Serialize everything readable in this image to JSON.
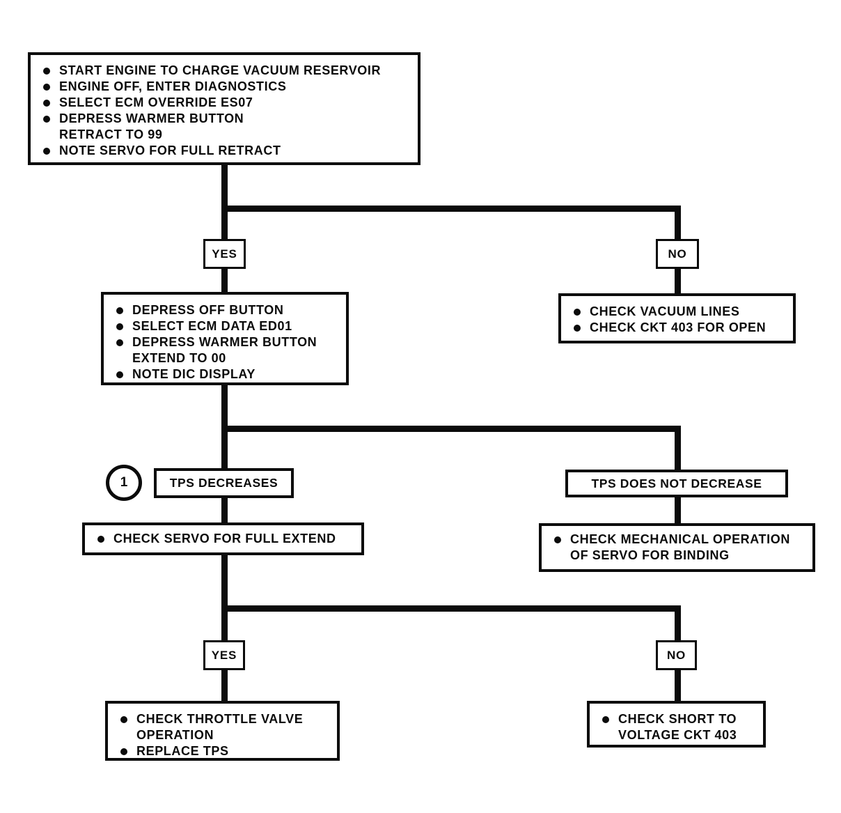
{
  "colors": {
    "ink": "#0b0b0b",
    "paper": "#ffffff"
  },
  "flowchart": {
    "reference_marker": "1",
    "start_box": {
      "items": [
        {
          "line1": "START ENGINE TO CHARGE VACUUM RESERVOIR"
        },
        {
          "line1": "ENGINE OFF, ENTER DIAGNOSTICS"
        },
        {
          "line1": "SELECT ECM OVERRIDE ES07"
        },
        {
          "line1": "DEPRESS WARMER BUTTON",
          "line2": "RETRACT TO 99"
        },
        {
          "line1": "NOTE SERVO FOR FULL RETRACT"
        }
      ]
    },
    "branch1": {
      "yes_label": "YES",
      "no_label": "NO"
    },
    "yes1_box": {
      "items": [
        {
          "line1": "DEPRESS OFF BUTTON"
        },
        {
          "line1": "SELECT ECM DATA ED01"
        },
        {
          "line1": "DEPRESS WARMER BUTTON",
          "line2": "EXTEND TO 00"
        },
        {
          "line1": "NOTE DIC DISPLAY"
        }
      ]
    },
    "no1_box": {
      "items": [
        {
          "line1": "CHECK VACUUM LINES"
        },
        {
          "line1": "CHECK CKT 403 FOR OPEN"
        }
      ]
    },
    "result_left_label": "TPS DECREASES",
    "result_right_label": "TPS DOES NOT DECREASE",
    "left_action_box": {
      "items": [
        {
          "line1": "CHECK SERVO FOR FULL EXTEND"
        }
      ]
    },
    "right_action_box": {
      "items": [
        {
          "line1": "CHECK MECHANICAL OPERATION",
          "line2": "OF SERVO FOR BINDING"
        }
      ]
    },
    "branch2": {
      "yes_label": "YES",
      "no_label": "NO"
    },
    "yes2_box": {
      "items": [
        {
          "line1": "CHECK THROTTLE VALVE",
          "line2": "OPERATION"
        },
        {
          "line1": "REPLACE TPS"
        }
      ]
    },
    "no2_box": {
      "items": [
        {
          "line1": "CHECK SHORT TO",
          "line2": "VOLTAGE CKT 403"
        }
      ]
    }
  }
}
